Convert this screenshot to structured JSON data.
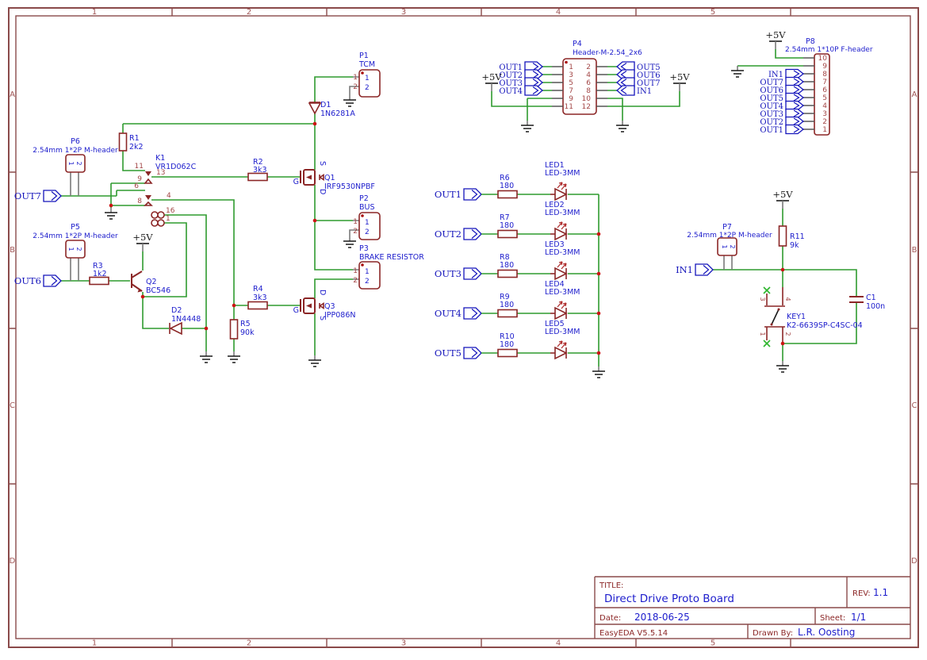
{
  "frame": {
    "columns": [
      "1",
      "2",
      "3",
      "4",
      "5"
    ],
    "rows_labels": [
      "A",
      "B",
      "C",
      "D"
    ]
  },
  "power": {
    "vcc": "+5V"
  },
  "nets": {
    "out1": "OUT1",
    "out2": "OUT2",
    "out3": "OUT3",
    "out4": "OUT4",
    "out5": "OUT5",
    "out6": "OUT6",
    "out7": "OUT7",
    "in1": "IN1"
  },
  "mosfet_pins": {
    "g": "G",
    "s": "S",
    "d": "D"
  },
  "components": {
    "p1": {
      "ref": "P1",
      "value": "TCM",
      "pins": [
        "1",
        "2"
      ]
    },
    "p2": {
      "ref": "P2",
      "value": "BUS",
      "pins": [
        "1",
        "2"
      ]
    },
    "p3": {
      "ref": "P3",
      "value": "BRAKE RESISTOR",
      "pins": [
        "1",
        "2"
      ]
    },
    "p4": {
      "ref": "P4",
      "value": "Header-M-2.54_2x6",
      "left_pins": [
        "1",
        "3",
        "5",
        "7",
        "9",
        "11"
      ],
      "right_pins": [
        "2",
        "4",
        "6",
        "8",
        "10",
        "12"
      ],
      "left_nets": [
        "OUT1",
        "OUT2",
        "OUT3",
        "OUT4"
      ],
      "right_nets": [
        "OUT5",
        "OUT6",
        "OUT7",
        "IN1"
      ]
    },
    "p5": {
      "ref": "P5",
      "value": "2.54mm 1*2P M-header",
      "pins": [
        "1",
        "2"
      ]
    },
    "p6": {
      "ref": "P6",
      "value": "2.54mm 1*2P M-header",
      "pins": [
        "1",
        "2"
      ]
    },
    "p7": {
      "ref": "P7",
      "value": "2.54mm 1*2P M-header",
      "pins": [
        "1",
        "2"
      ]
    },
    "p8": {
      "ref": "P8",
      "value": "2.54mm 1*10P F-header",
      "pins": [
        "10",
        "9",
        "8",
        "7",
        "6",
        "5",
        "4",
        "3",
        "2",
        "1"
      ],
      "nets": [
        "IN1",
        "OUT7",
        "OUT6",
        "OUT5",
        "OUT4",
        "OUT3",
        "OUT2",
        "OUT1"
      ]
    },
    "r1": {
      "ref": "R1",
      "value": "2k2"
    },
    "r2": {
      "ref": "R2",
      "value": "3k3"
    },
    "r3": {
      "ref": "R3",
      "value": "1k2"
    },
    "r4": {
      "ref": "R4",
      "value": "3k3"
    },
    "r5": {
      "ref": "R5",
      "value": "90k"
    },
    "r11": {
      "ref": "R11",
      "value": "9k"
    },
    "c1": {
      "ref": "C1",
      "value": "100n"
    },
    "d1": {
      "ref": "D1",
      "value": "1N6281A"
    },
    "d2": {
      "ref": "D2",
      "value": "1N4448"
    },
    "q1": {
      "ref": "Q1",
      "value": "IRF9530NPBF"
    },
    "q2": {
      "ref": "Q2",
      "value": "BC546"
    },
    "q3": {
      "ref": "Q3",
      "value": "IPP086N"
    },
    "k1": {
      "ref": "K1",
      "value": "VR1D062C",
      "pins": [
        "11",
        "13",
        "9",
        "6",
        "4",
        "8",
        "16",
        "1"
      ]
    },
    "key1": {
      "ref": "KEY1",
      "value": "K2-6639SP-C4SC-04",
      "pins": [
        "3",
        "4",
        "1",
        "2"
      ]
    },
    "led_block": {
      "led_refs": [
        "LED1",
        "LED2",
        "LED3",
        "LED4",
        "LED5"
      ],
      "led_value": "LED-3MM",
      "res_refs": [
        "R6",
        "R7",
        "R8",
        "R9",
        "R10"
      ],
      "res_value": "180",
      "nets": [
        "OUT1",
        "OUT2",
        "OUT3",
        "OUT4",
        "OUT5"
      ]
    }
  },
  "title_block": {
    "title_label": "TITLE:",
    "title": "Direct Drive Proto Board",
    "rev_label": "REV:",
    "rev": "1.1",
    "date_label": "Date:",
    "date": "2018-06-25",
    "sheet_label": "Sheet:",
    "sheet": "1/1",
    "tool": "EasyEDA V5.5.14",
    "drawn_by_label": "Drawn By:",
    "drawn_by": "L.R. Oosting"
  }
}
